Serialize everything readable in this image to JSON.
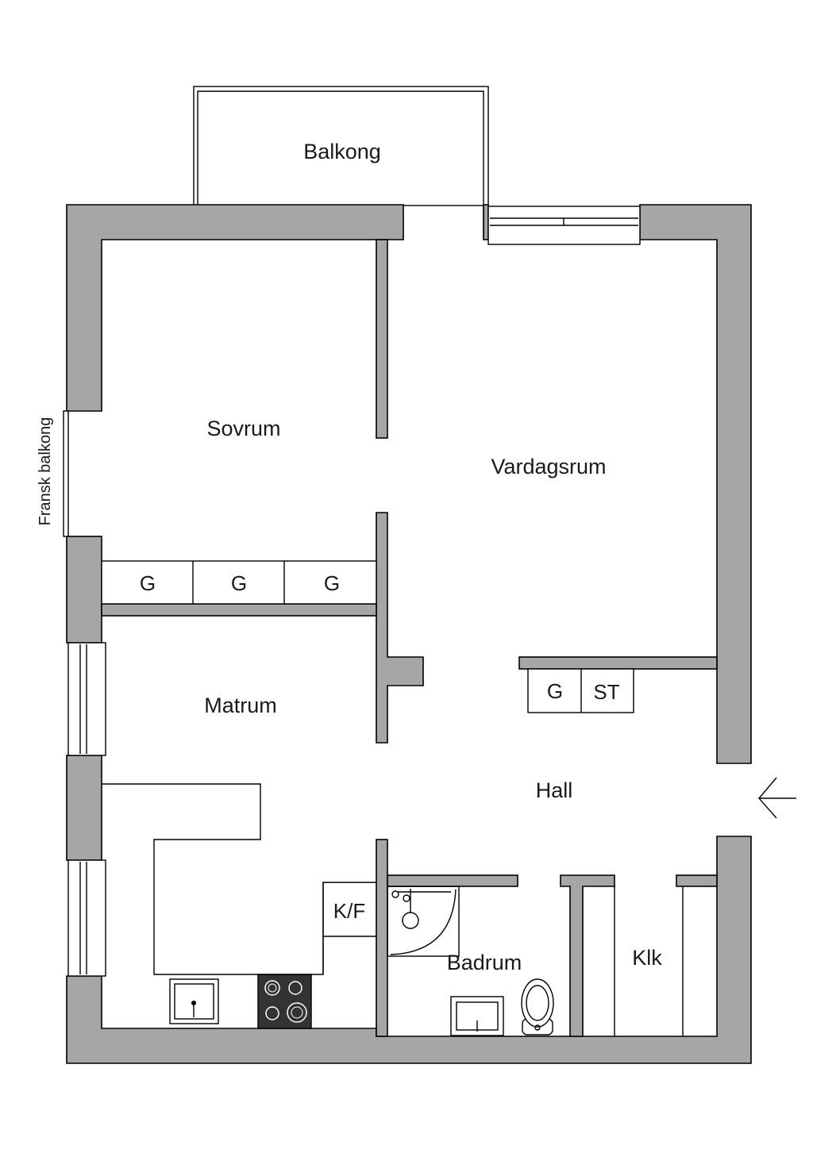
{
  "plan": {
    "rooms": {
      "balkong": "Balkong",
      "sovrum": "Sovrum",
      "vardagsrum": "Vardagsrum",
      "matrum": "Matrum",
      "hall": "Hall",
      "badrum": "Badrum",
      "klk": "Klk"
    },
    "side_label": "Fransk balkong",
    "wardrobe_labels": [
      "G",
      "G",
      "G"
    ],
    "hall_storage": [
      "G",
      "ST"
    ],
    "kf_label": "K/F",
    "colors": {
      "wall": "#a6a6a6",
      "line": "#000000",
      "background": "#ffffff"
    }
  }
}
